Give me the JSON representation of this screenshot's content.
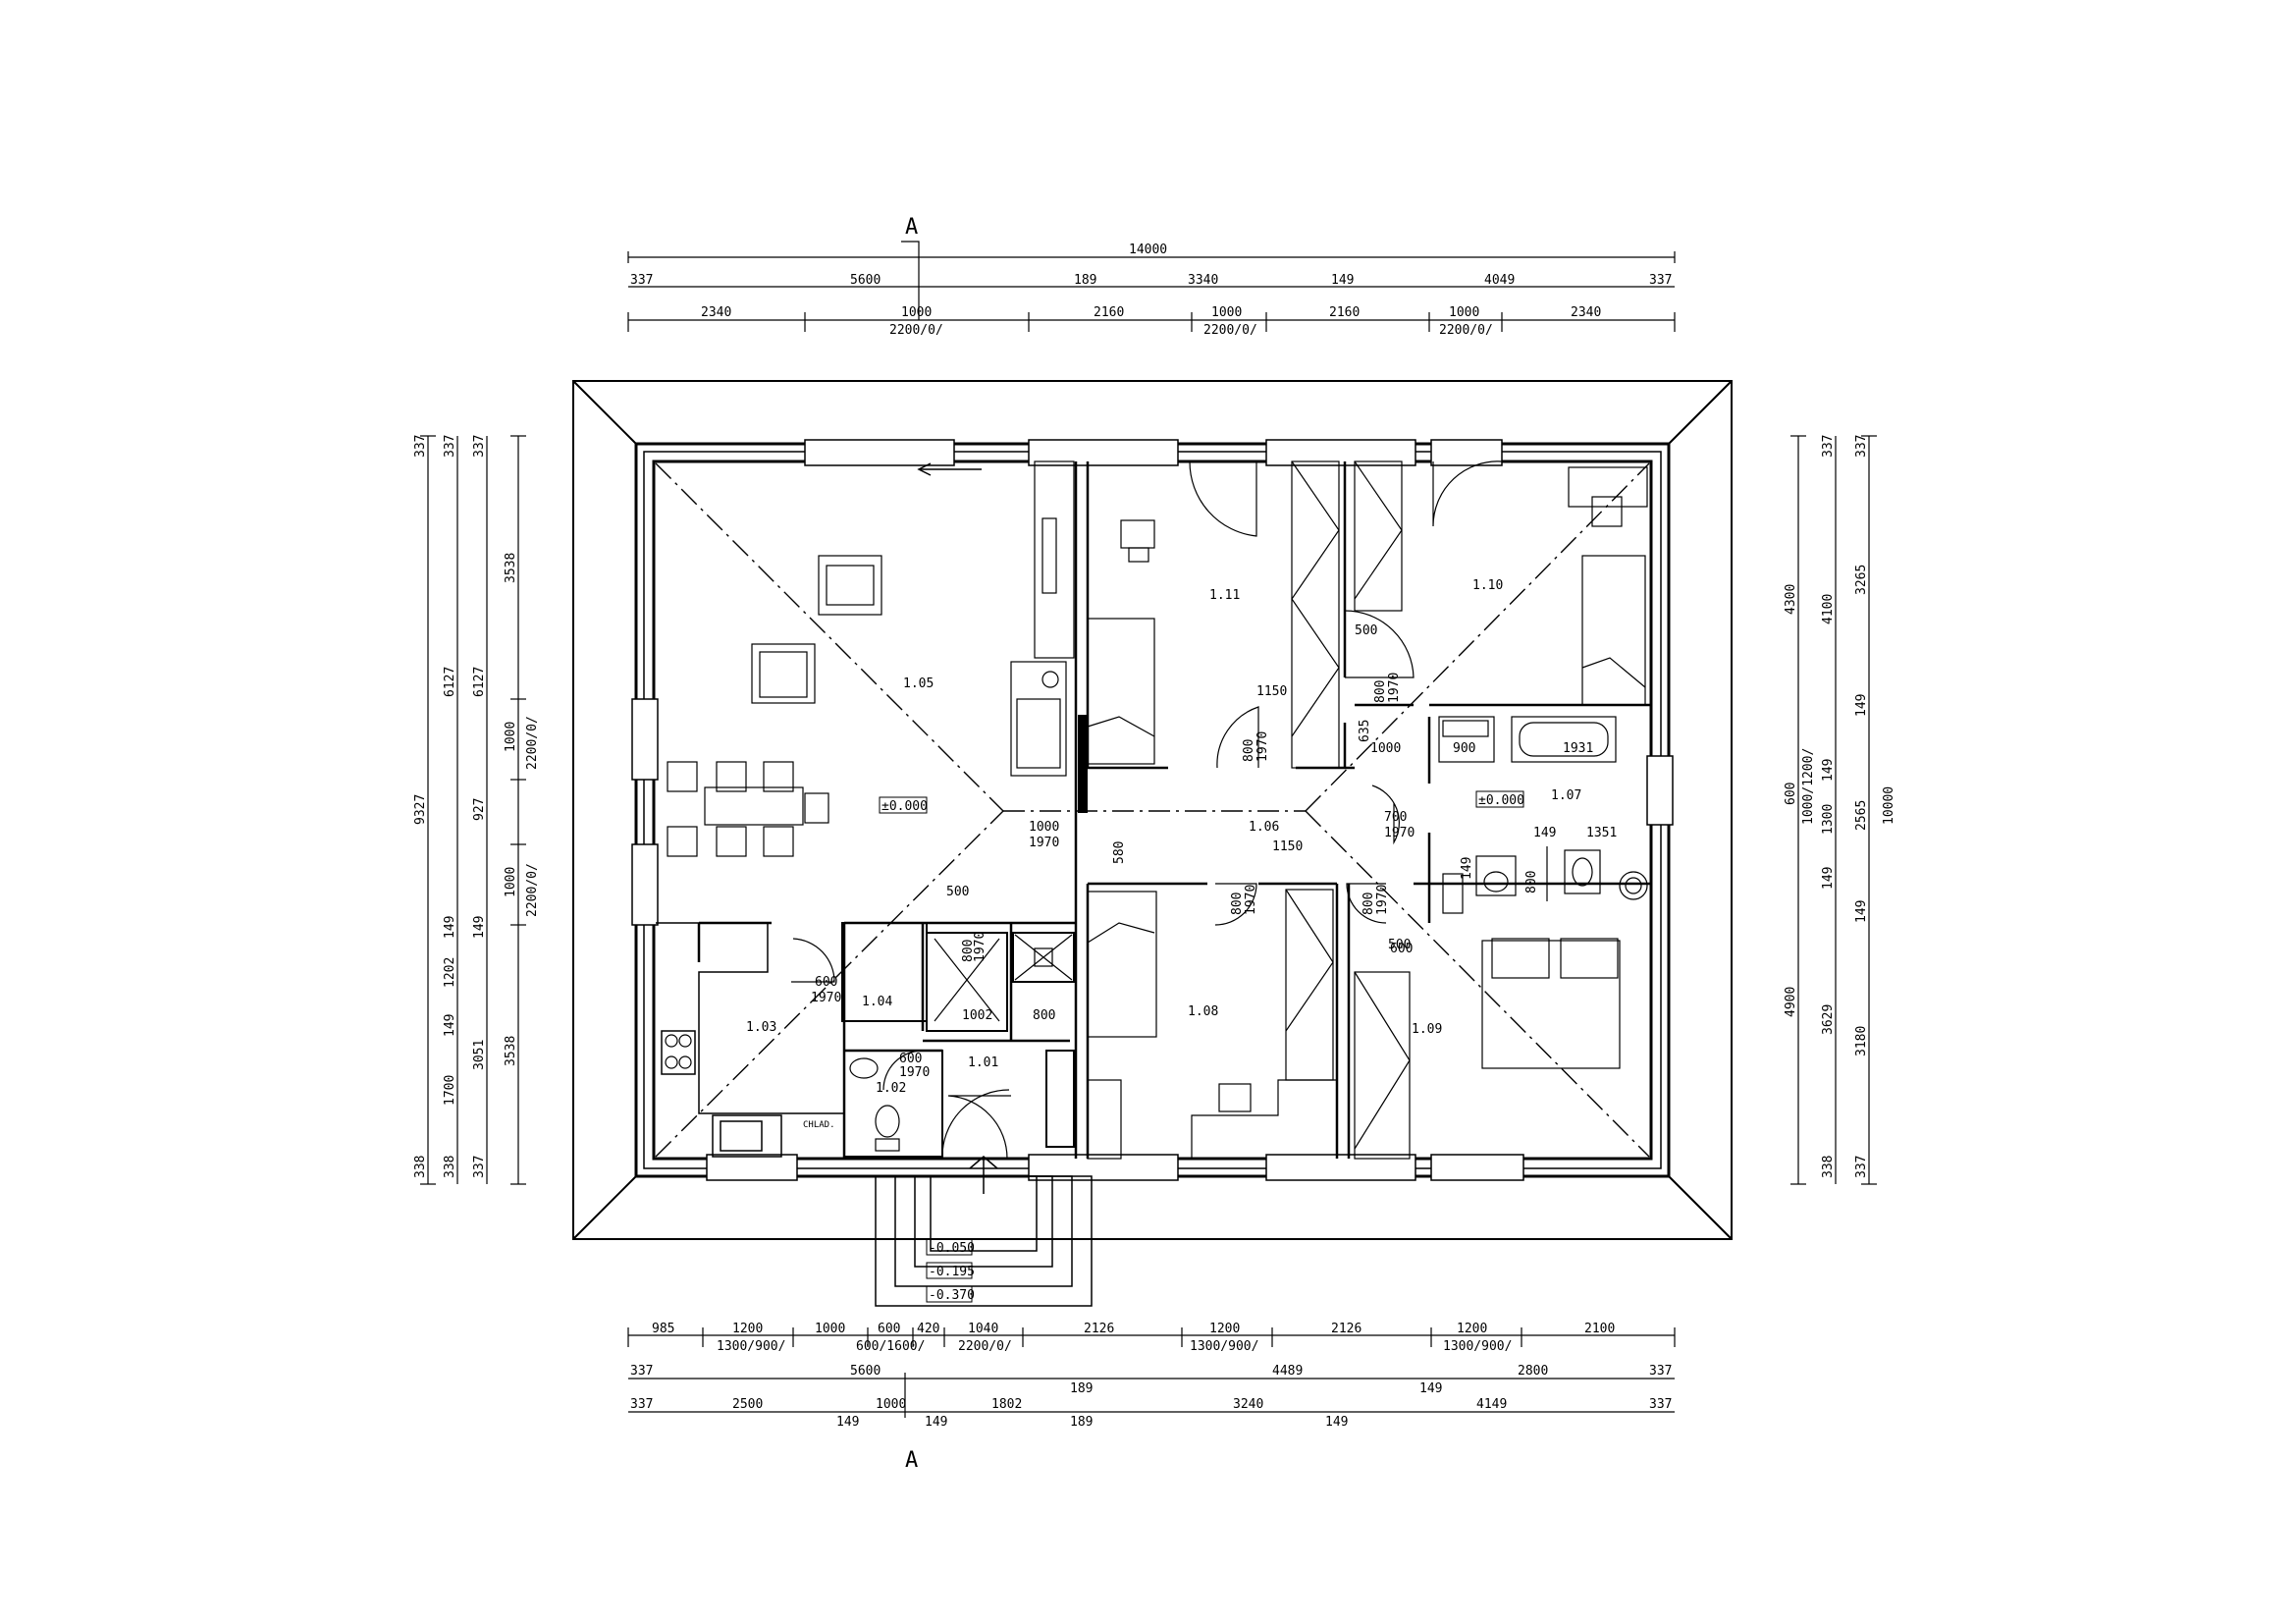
{
  "section_marker": "A",
  "dims_top": {
    "overall": "14000",
    "row2": [
      "337",
      "5600",
      "189",
      "3340",
      "149",
      "4049",
      "337"
    ],
    "row3": [
      "2340",
      "1000",
      "2160",
      "1000",
      "2160",
      "1000",
      "2340"
    ],
    "openings": [
      "2200/0/",
      "2200/0/",
      "2200/0/"
    ]
  },
  "dims_bottom": {
    "row1": [
      "985",
      "1200",
      "1000",
      "600",
      "420",
      "1040",
      "2126",
      "1200",
      "2126",
      "1200",
      "2100"
    ],
    "row1_sub": [
      "1300/900/",
      "600/1600/",
      "2200/0/",
      "1300/900/",
      "1300/900/"
    ],
    "row2": [
      "337",
      "5600",
      "189",
      "4489",
      "149",
      "2800",
      "337"
    ],
    "row3": [
      "337",
      "2500",
      "149",
      "1000",
      "149",
      "1802",
      "189",
      "3240",
      "149",
      "4149",
      "337"
    ]
  },
  "dims_left": {
    "outer": "9327",
    "col2": [
      "337",
      "6127",
      "149",
      "1202",
      "149",
      "1700",
      "338"
    ],
    "col3": [
      "337",
      "6127",
      "927",
      "149",
      "3051",
      "337"
    ],
    "col4": [
      "3538",
      "1000",
      "1000",
      "3538"
    ],
    "openings": [
      "2200/0/",
      "2200/0/"
    ]
  },
  "dims_right": {
    "outer": "10000",
    "col1": [
      "4300",
      "600",
      "4900"
    ],
    "col1_sub": [
      "1000/1200/"
    ],
    "col2": [
      "337",
      "4100",
      "149",
      "1300",
      "149",
      "3629",
      "338"
    ],
    "col3": [
      "337",
      "3265",
      "149",
      "2565",
      "149",
      "3180",
      "337"
    ]
  },
  "rooms": [
    {
      "id": "1.05",
      "label": "1.05"
    },
    {
      "id": "1.11",
      "label": "1.11"
    },
    {
      "id": "1.10",
      "label": "1.10"
    },
    {
      "id": "1.06",
      "label": "1.06"
    },
    {
      "id": "1.07",
      "label": "1.07"
    },
    {
      "id": "1.03",
      "label": "1.03"
    },
    {
      "id": "1.04",
      "label": "1.04"
    },
    {
      "id": "1.01",
      "label": "1.01"
    },
    {
      "id": "1.02",
      "label": "1.02"
    },
    {
      "id": "1.08",
      "label": "1.08"
    },
    {
      "id": "1.09",
      "label": "1.09"
    }
  ],
  "levels": {
    "main_floor": "±0.000",
    "bath_floor": "±0.000",
    "steps": [
      "-0.050",
      "-0.195",
      "-0.370"
    ]
  },
  "annotations": {
    "door_living": "1000",
    "door_living_h": "1970",
    "hall_580": "580",
    "d_500a": "500",
    "d_500b": "500",
    "d_800a": "800",
    "d_1970a": "1970",
    "d_800b": "800",
    "d_1970b": "1970",
    "d_700": "700",
    "d_1970c": "1970",
    "d_1150a": "1150",
    "d_1150b": "1150",
    "d_800c": "800",
    "d_1970d": "1970",
    "d_800d": "800",
    "d_1970e": "1970",
    "d_500c": "500",
    "d_800e": "800",
    "d_1970f": "1970",
    "d_600": "600",
    "d_1970g": "1970",
    "d_1002": "1002",
    "d_800f": "800",
    "d_600b": "600",
    "d_1970h": "1970",
    "d_900": "900",
    "d_1931": "1931",
    "d_1000r": "1000",
    "d_635": "635",
    "d_149": "149",
    "d_1351": "1351",
    "d_149b": "149",
    "d_800g": "800",
    "d_600c": "600",
    "chl": "CHLAD."
  },
  "colors": {
    "line": "#000000",
    "background": "#ffffff"
  }
}
